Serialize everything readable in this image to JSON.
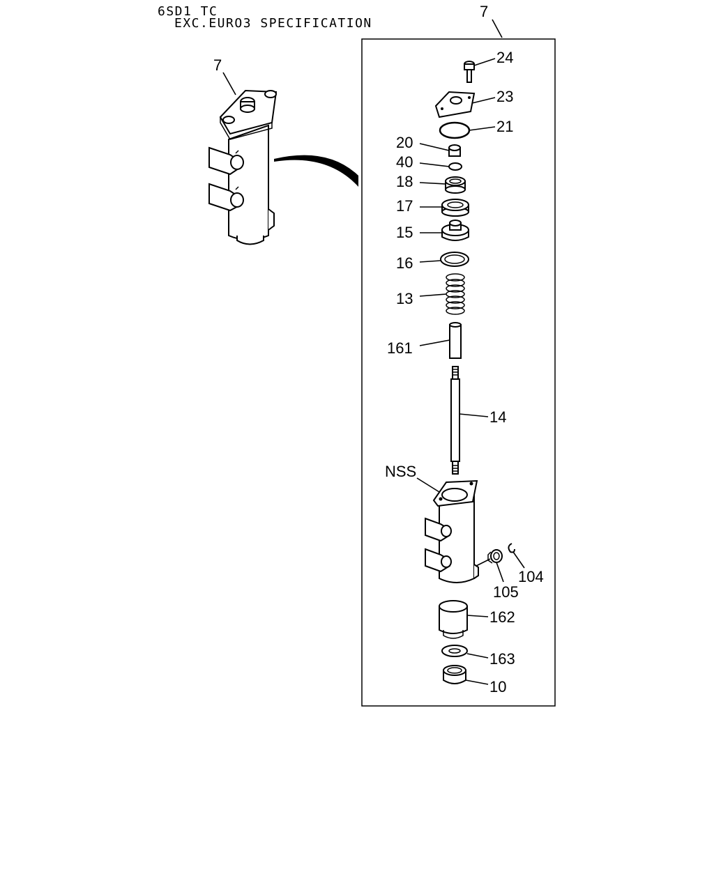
{
  "header": {
    "line1": "6SD1 TC",
    "line2": "EXC.EURO3 SPECIFICATION"
  },
  "assembly_label": "7",
  "callouts": {
    "c7_left": "7",
    "c24": "24",
    "c23": "23",
    "c21": "21",
    "c20": "20",
    "c40": "40",
    "c18": "18",
    "c17": "17",
    "c15": "15",
    "c16": "16",
    "c13": "13",
    "c161": "161",
    "c14": "14",
    "cNSS": "NSS",
    "c104": "104",
    "c105": "105",
    "c162": "162",
    "c163": "163",
    "c10": "10"
  }
}
